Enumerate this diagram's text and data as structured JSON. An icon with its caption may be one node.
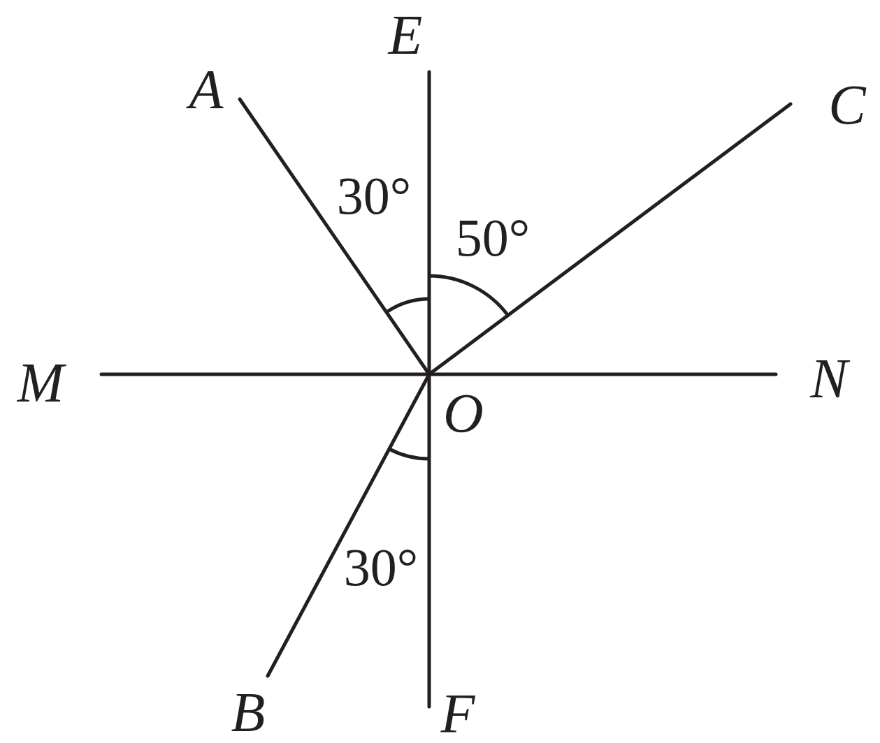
{
  "diagram": {
    "nodes": [
      {
        "text": [
          "O"
        ]
      },
      {
        "text": [
          "E"
        ]
      },
      {
        "text": [
          "A"
        ]
      },
      {
        "text": [
          "C"
        ]
      },
      {
        "text": [
          "M"
        ]
      },
      {
        "text": [
          "N"
        ]
      },
      {
        "text": [
          "B"
        ]
      },
      {
        "text": [
          "F"
        ]
      }
    ],
    "edges": [
      {
        "from": 0,
        "to": 1,
        "arrow": "none"
      },
      {
        "from": 0,
        "to": 2,
        "arrow": "none"
      },
      {
        "from": 0,
        "to": 3,
        "arrow": "none"
      },
      {
        "from": 0,
        "to": 4,
        "arrow": "none"
      },
      {
        "from": 0,
        "to": 5,
        "arrow": "none"
      },
      {
        "from": 0,
        "to": 6,
        "arrow": "none"
      },
      {
        "from": 0,
        "to": 7,
        "arrow": "none"
      }
    ],
    "labels": [
      "30°",
      "50°",
      "30°"
    ]
  }
}
